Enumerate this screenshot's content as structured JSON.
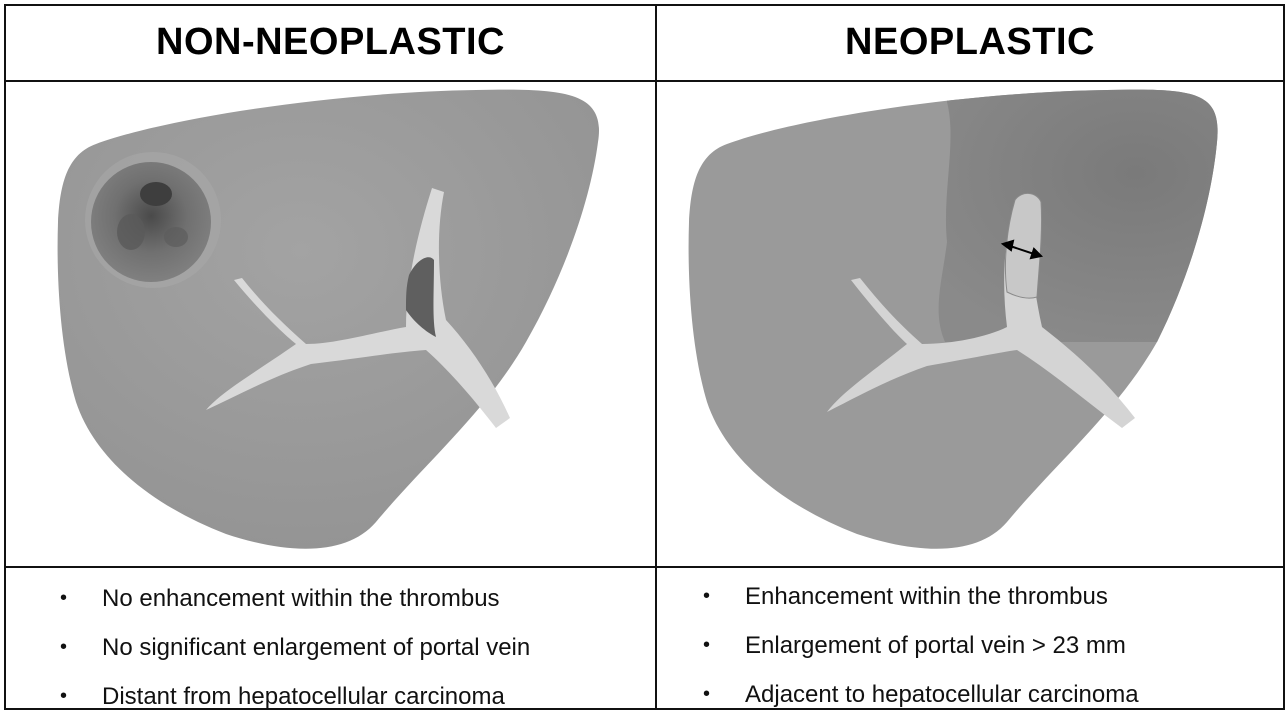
{
  "columns": [
    {
      "title": "NON-NEOPLASTIC",
      "criteria": [
        "No enhancement within the thrombus",
        "No significant enlargement of portal vein",
        "Distant from hepatocellular carcinoma"
      ],
      "illustration": "liver-with-bland-portal-thrombus"
    },
    {
      "title": "NEOPLASTIC",
      "criteria": [
        "Enhancement within the thrombus",
        "Enlargement of portal vein > 23 mm",
        "Adjacent to hepatocellular carcinoma"
      ],
      "illustration": "liver-with-tumor-thrombus"
    }
  ],
  "bullet_symbol": "•",
  "colors": {
    "border": "#111111",
    "liver": "#9a9a9a",
    "portal_vein": "#d9d9d9",
    "tumor": "#6e6e6e",
    "thrombus": "#5f5f5f"
  }
}
